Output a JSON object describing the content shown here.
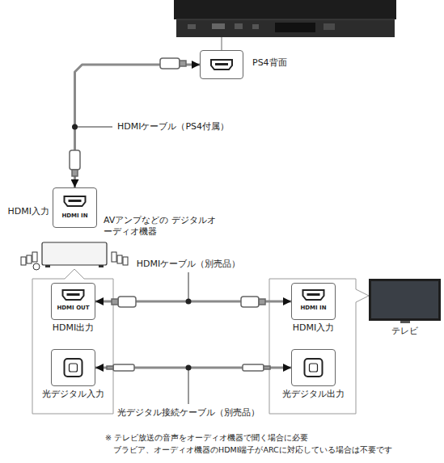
{
  "diagram": {
    "nodes": [
      {
        "text": [
          "PS4背面"
        ]
      },
      {
        "text": [
          "HDMI入力"
        ]
      },
      {
        "text": [
          "HDMI出力"
        ]
      },
      {
        "text": [
          "光デジタル入力"
        ]
      },
      {
        "text": [
          "HDMI入力"
        ]
      },
      {
        "text": [
          "光デジタル出力"
        ]
      }
    ],
    "edges": [
      {
        "from": 0,
        "to": 1,
        "arrow": "both",
        "label": "HDMIケーブル（PS4付属）"
      },
      {
        "from": 2,
        "to": 4,
        "arrow": "both",
        "label": "HDMIケーブル（別売品）"
      },
      {
        "from": 3,
        "to": 5,
        "arrow": "both",
        "label": "光デジタル接続ケーブル（別売品）"
      }
    ],
    "labels": [
      "AVアンプなどの デジタルオーディオ機器",
      "HDMI IN",
      "HDMI OUT",
      "HDMI IN",
      "テレビ",
      "※ テレビ放送の音声をオーディオ機器で聞く場合に必要",
      "ブラビア、オーディオ機器のHDMI端子がARCに対応している場合は不要です"
    ]
  }
}
